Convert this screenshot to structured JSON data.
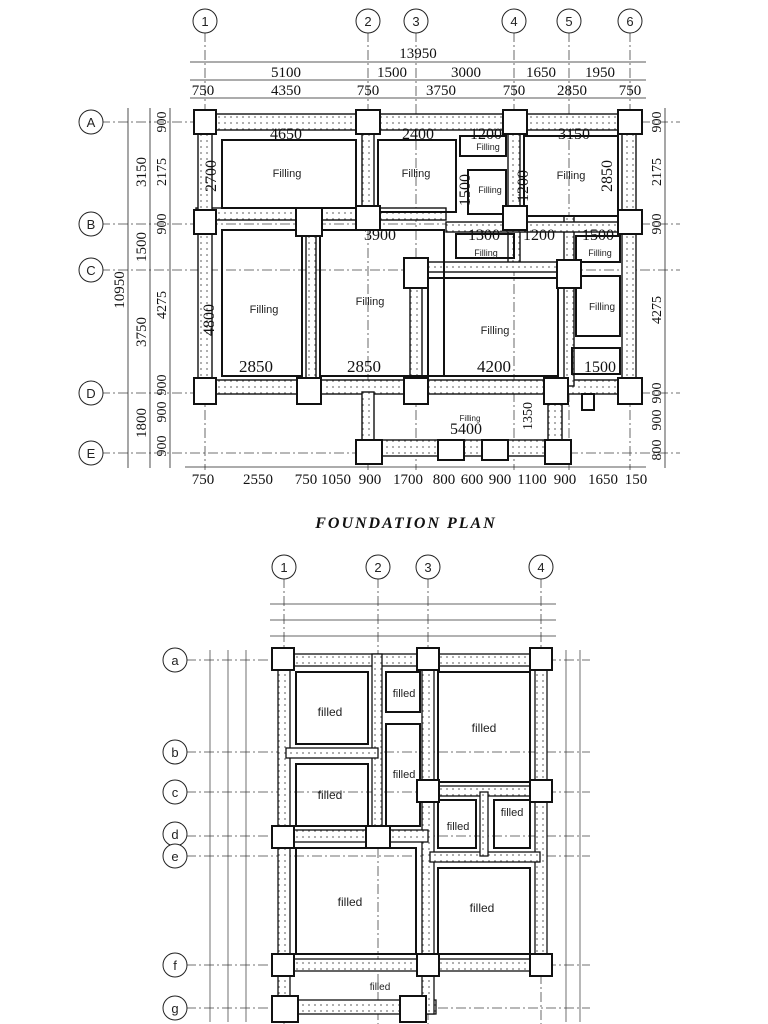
{
  "plan1": {
    "title": "FOUNDATION PLAN",
    "grid_columns": [
      "1",
      "2",
      "3",
      "4",
      "5",
      "6"
    ],
    "grid_rows": [
      "A",
      "B",
      "C",
      "D",
      "E"
    ],
    "dims_top_overall": "13950",
    "dims_top_row2": [
      "5100",
      "1500",
      "3000",
      "1650",
      "1950"
    ],
    "dims_top_row3": [
      "750",
      "4350",
      "750",
      "3750",
      "750",
      "2850",
      "750"
    ],
    "dims_bottom": [
      "750",
      "2550",
      "750",
      "1050",
      "900",
      "1700",
      "800",
      "600",
      "900",
      "1100",
      "900",
      "1650",
      "150"
    ],
    "dims_left_outer": "10950",
    "dims_left_row2": [
      "3150",
      "1500",
      "3750",
      "1800"
    ],
    "dims_left_row3": [
      "900",
      "2175",
      "900",
      "4275",
      "900",
      "900",
      "900"
    ],
    "dims_right": [
      "900",
      "2175",
      "900",
      "4275",
      "900",
      "900",
      "800"
    ],
    "inner_dims": [
      "4650",
      "2400",
      "1200",
      "3150",
      "2700",
      "1500",
      "1200",
      "2850",
      "3900",
      "1300",
      "1200",
      "1500",
      "4800",
      "2850",
      "2850",
      "4200",
      "1500",
      "5400",
      "1350"
    ],
    "fill_label": "Filling"
  },
  "plan2": {
    "grid_columns": [
      "1",
      "2",
      "3",
      "4"
    ],
    "grid_rows": [
      "a",
      "b",
      "c",
      "d",
      "e",
      "f",
      "g"
    ],
    "fill_label": "filled"
  }
}
